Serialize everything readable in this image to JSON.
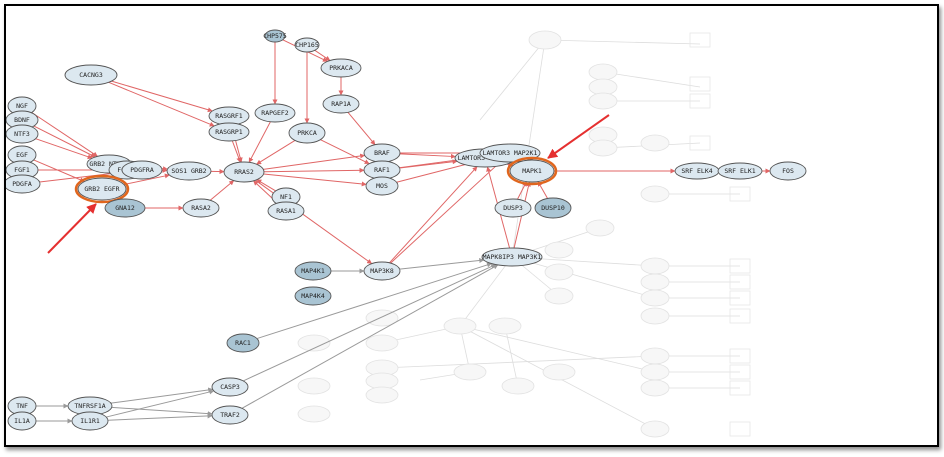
{
  "colors": {
    "edge_active": "#e06666",
    "edge_gray": "#9a9a9a",
    "edge_faded": "#dddddd",
    "node_fill": "#dce8f0",
    "node_dark": "#a9c4d3",
    "node_stroke": "#555555",
    "highlight": "#e0661e",
    "arrow": "#e53030"
  },
  "nodes": [
    {
      "label": "CACNG3",
      "style": "normal"
    },
    {
      "label": "NGF",
      "style": "normal"
    },
    {
      "label": "BDNF",
      "style": "normal"
    },
    {
      "label": "NTF3",
      "style": "normal"
    },
    {
      "label": "EGF",
      "style": "normal"
    },
    {
      "label": "FGF1",
      "style": "normal"
    },
    {
      "label": "PDGFA",
      "style": "normal"
    },
    {
      "label": "GRB2 NTRK1",
      "style": "normal"
    },
    {
      "label": "FGFR1",
      "style": "normal"
    },
    {
      "label": "PDGFRA",
      "style": "normal"
    },
    {
      "label": "SOS1 GRB2",
      "style": "normal"
    },
    {
      "label": "GRB2 EGFR",
      "style": "highlight"
    },
    {
      "label": "GNA12",
      "style": "dark"
    },
    {
      "label": "RASA2",
      "style": "normal"
    },
    {
      "label": "RASGRF1",
      "style": "normal"
    },
    {
      "label": "RASGRP1",
      "style": "normal"
    },
    {
      "label": "RRAS2",
      "style": "normal"
    },
    {
      "label": "CHP575",
      "style": "dark"
    },
    {
      "label": "CHP165",
      "style": "normal"
    },
    {
      "label": "PRKACA",
      "style": "normal"
    },
    {
      "label": "RAPGEF2",
      "style": "normal"
    },
    {
      "label": "RAP1A",
      "style": "normal"
    },
    {
      "label": "PRKCA",
      "style": "normal"
    },
    {
      "label": "NF1",
      "style": "normal"
    },
    {
      "label": "RASA1",
      "style": "normal"
    },
    {
      "label": "BRAF",
      "style": "normal"
    },
    {
      "label": "RAF1",
      "style": "normal"
    },
    {
      "label": "MOS",
      "style": "normal"
    },
    {
      "label": "LAMTOR3 MAP2K2",
      "style": "normal"
    },
    {
      "label": "LAMTOR3 MAP2K1",
      "style": "normal"
    },
    {
      "label": "MAPK1",
      "style": "highlight"
    },
    {
      "label": "DUSP3",
      "style": "normal"
    },
    {
      "label": "DUSP10",
      "style": "dark"
    },
    {
      "label": "SRF ELK4",
      "style": "normal"
    },
    {
      "label": "SRF ELK1",
      "style": "normal"
    },
    {
      "label": "FOS",
      "style": "normal"
    },
    {
      "label": "MAPK8IP3 MAP3K1",
      "style": "normal"
    },
    {
      "label": "MAP4K1",
      "style": "dark"
    },
    {
      "label": "MAP4K4",
      "style": "dark"
    },
    {
      "label": "MAP3K8",
      "style": "normal"
    },
    {
      "label": "RAC1",
      "style": "dark"
    },
    {
      "label": "CASP3",
      "style": "normal"
    },
    {
      "label": "TRAF2",
      "style": "normal"
    },
    {
      "label": "TNF",
      "style": "normal"
    },
    {
      "label": "TNFRSF1A",
      "style": "normal"
    },
    {
      "label": "IL1A",
      "style": "normal"
    },
    {
      "label": "IL1R1",
      "style": "normal"
    }
  ],
  "annotations": [
    {
      "target": "GRB2 EGFR",
      "kind": "red-arrow"
    },
    {
      "target": "MAPK1",
      "kind": "red-arrow"
    }
  ]
}
